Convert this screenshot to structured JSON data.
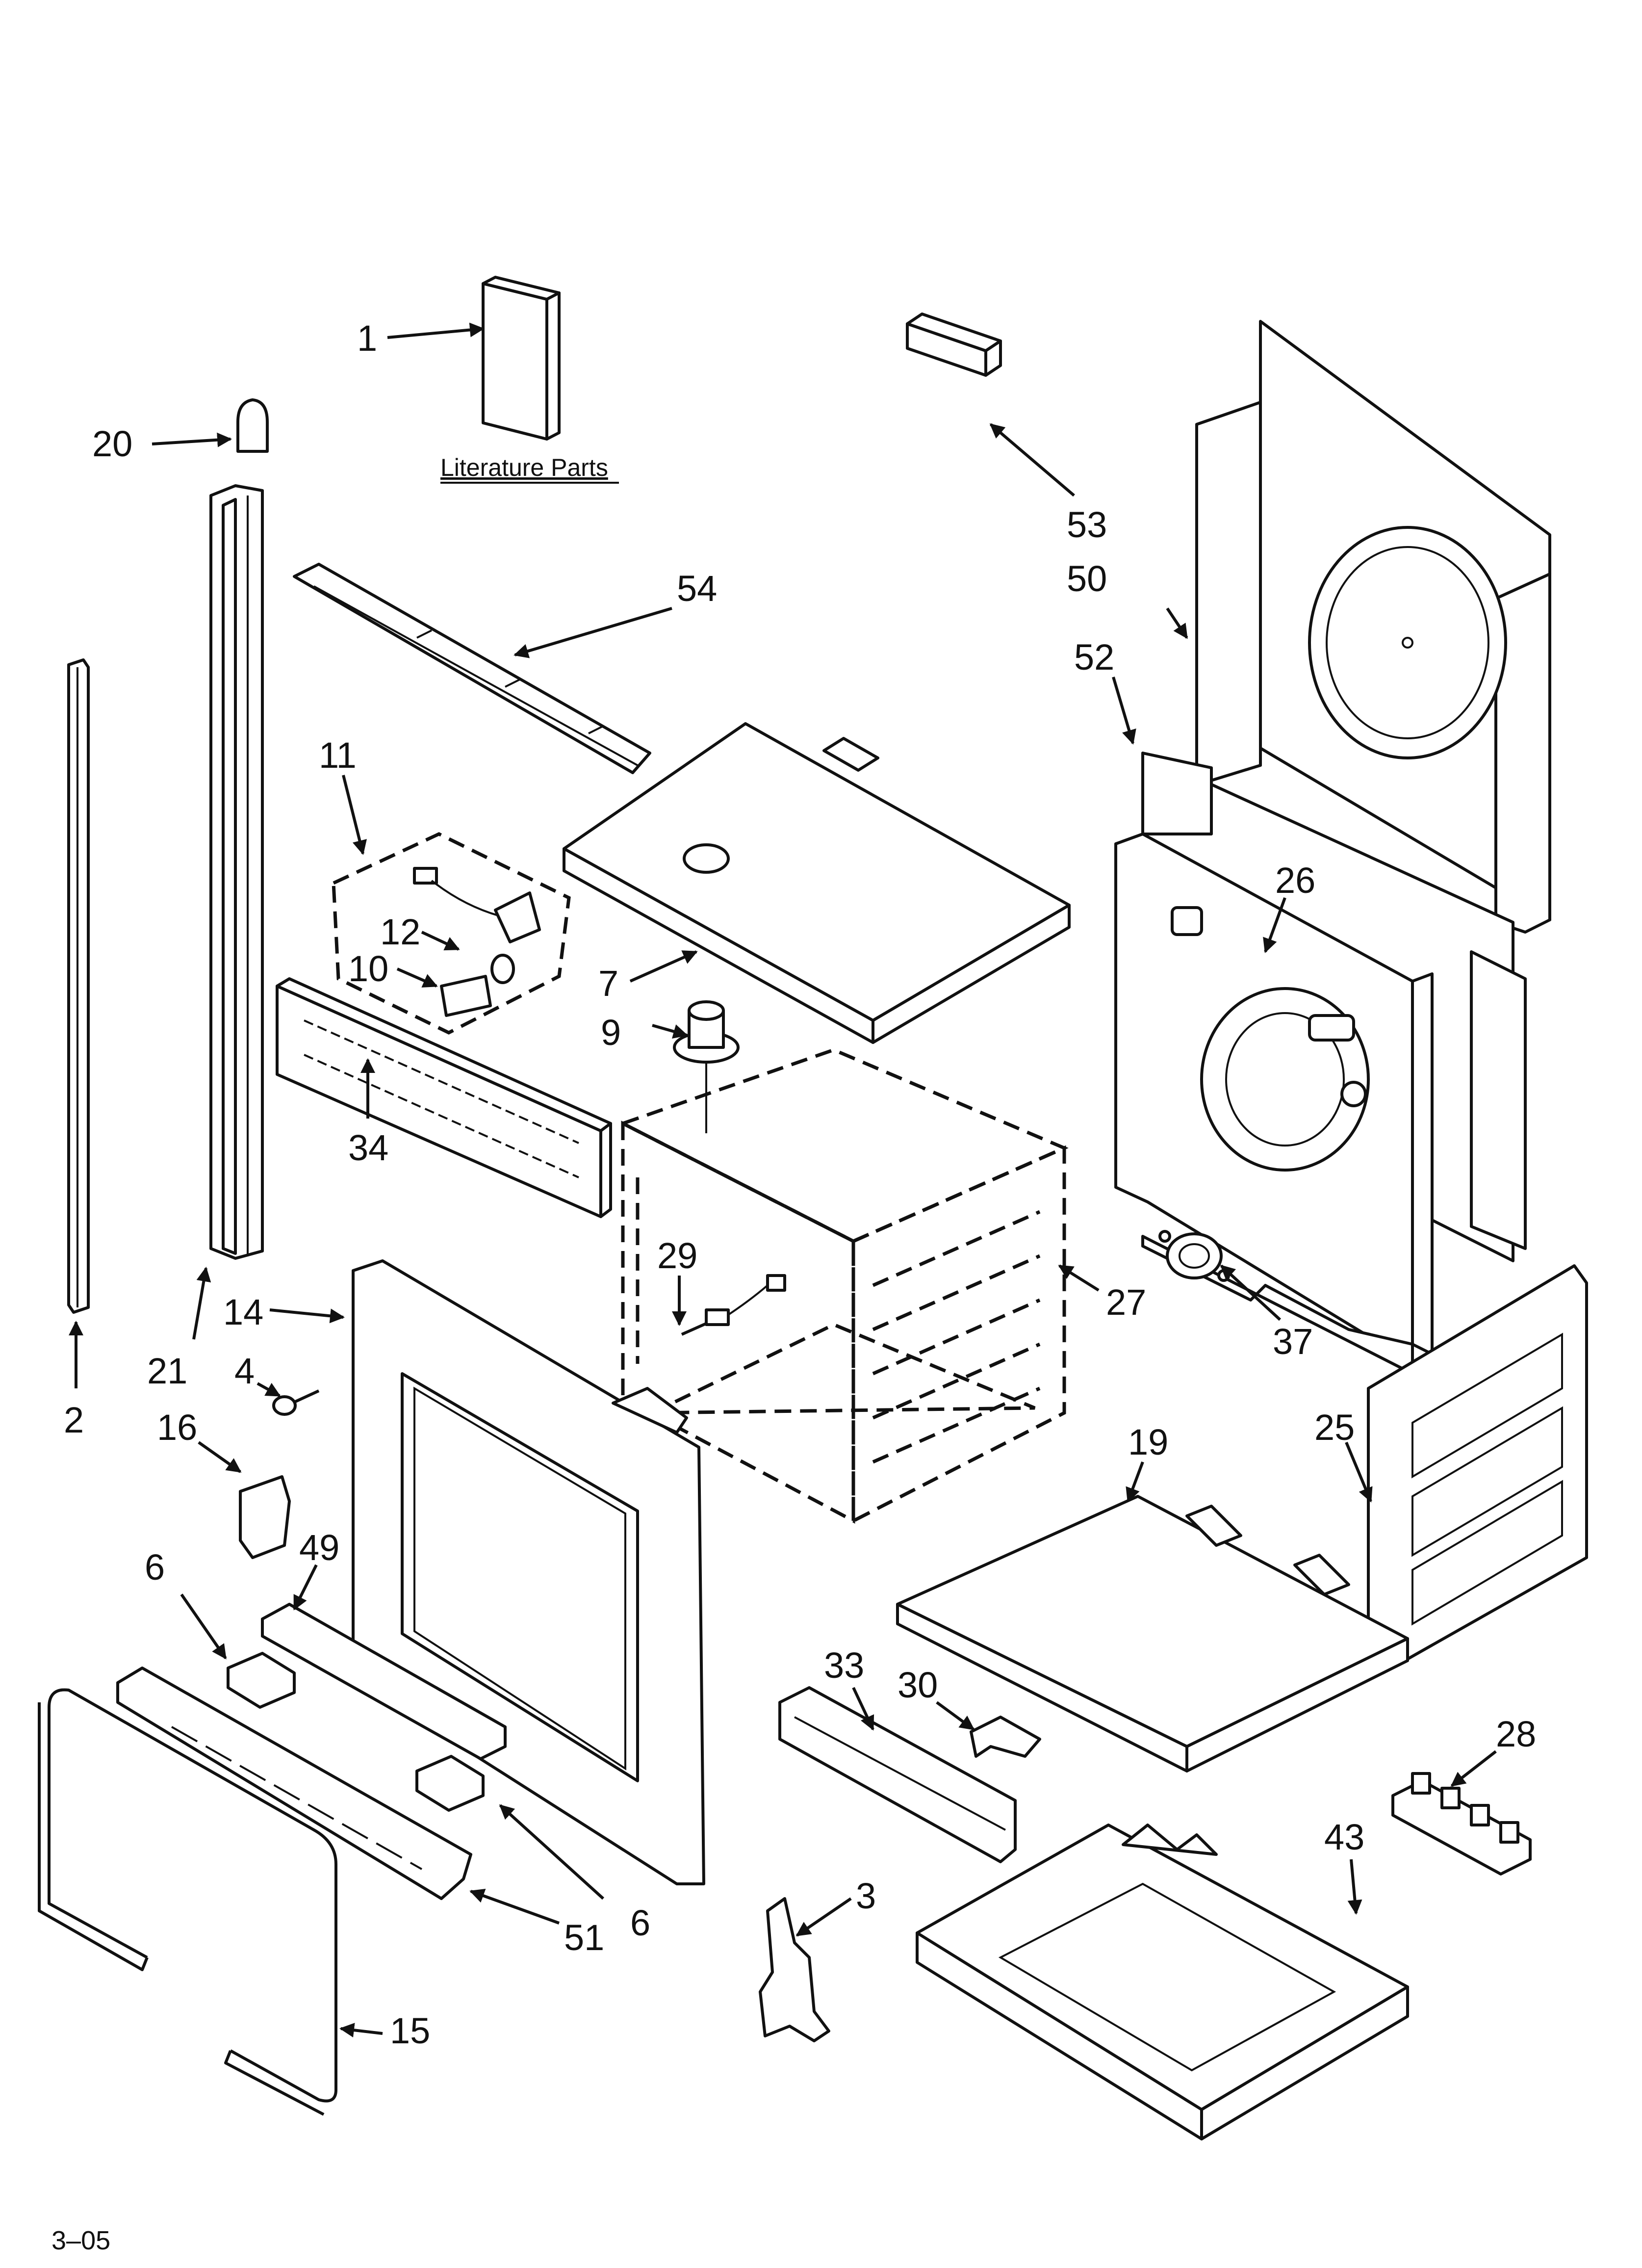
{
  "literature_caption": "Literature Parts",
  "page_code": "3–05",
  "callouts": {
    "c1": "1",
    "c20": "20",
    "c53": "53",
    "c50": "50",
    "c54": "54",
    "c52": "52",
    "c11": "11",
    "c26": "26",
    "c12": "12",
    "c10": "10",
    "c7": "7",
    "c9": "9",
    "c34": "34",
    "c29": "29",
    "c27": "27",
    "c37": "37",
    "c14": "14",
    "c4": "4",
    "c21": "21",
    "c2": "2",
    "c16": "16",
    "c19": "19",
    "c25": "25",
    "c49": "49",
    "c6a": "6",
    "c33": "33",
    "c30": "30",
    "c28": "28",
    "c43": "43",
    "c3": "3",
    "c51": "51",
    "c6b": "6",
    "c15": "15"
  }
}
